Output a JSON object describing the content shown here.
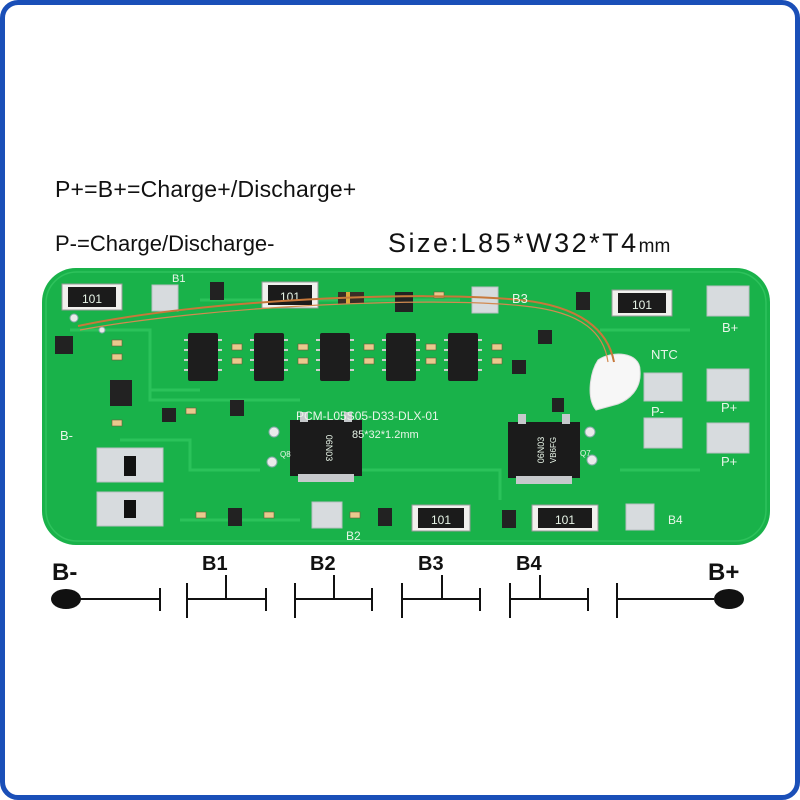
{
  "legend": {
    "line1": "P+=B+=Charge+/Discharge+",
    "line2": "P-=Charge/Discharge-",
    "size_label": "Size:L85*W32*T4",
    "size_unit": "mm"
  },
  "board": {
    "silkscreen": {
      "model": "PCM-L05S05-D33-DLX-01",
      "dimensions": "85*32*1.2mm",
      "b1": "B1",
      "b2": "B2",
      "b3": "B3",
      "b4": "B4",
      "b_minus": "B-",
      "b_plus": "B+",
      "p_minus": "P-",
      "p_plus_1": "P+",
      "p_plus_2": "P+",
      "ntc": "NTC",
      "q8": "Q8",
      "q7": "Q7"
    },
    "resistor_code": "101",
    "mosfet_code_1": "06N03",
    "mosfet_code_2": "VB6FG",
    "colors": {
      "pcb": "#19b24a",
      "frame": "#1a4fb8",
      "pad": "#d7dbde"
    }
  },
  "diagram": {
    "b_minus": "B-",
    "b_plus": "B+",
    "b1": "B1",
    "b2": "B2",
    "b3": "B3",
    "b4": "B4"
  }
}
